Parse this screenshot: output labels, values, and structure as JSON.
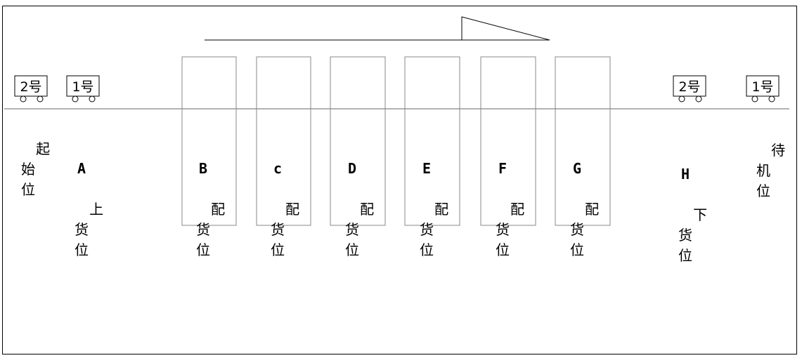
{
  "carts": {
    "left_2": "2号",
    "left_1": "1号",
    "right_2": "2号",
    "right_1": "1号"
  },
  "stations": {
    "start": {
      "text": "起\n始\n位"
    },
    "a": {
      "letter": "A",
      "text": "上\n货\n位"
    },
    "b": {
      "letter": "B",
      "text": "配\n货\n位"
    },
    "c": {
      "letter": "c",
      "text": "配\n货\n位"
    },
    "d": {
      "letter": "D",
      "text": "配\n货\n位"
    },
    "e": {
      "letter": "E",
      "text": "配\n货\n位"
    },
    "f": {
      "letter": "F",
      "text": "配\n货\n位"
    },
    "g": {
      "letter": "G",
      "text": "配\n货\n位"
    },
    "h": {
      "letter": "H",
      "text": "下\n货\n位"
    },
    "standby": {
      "text": "待\n机\n位"
    }
  }
}
